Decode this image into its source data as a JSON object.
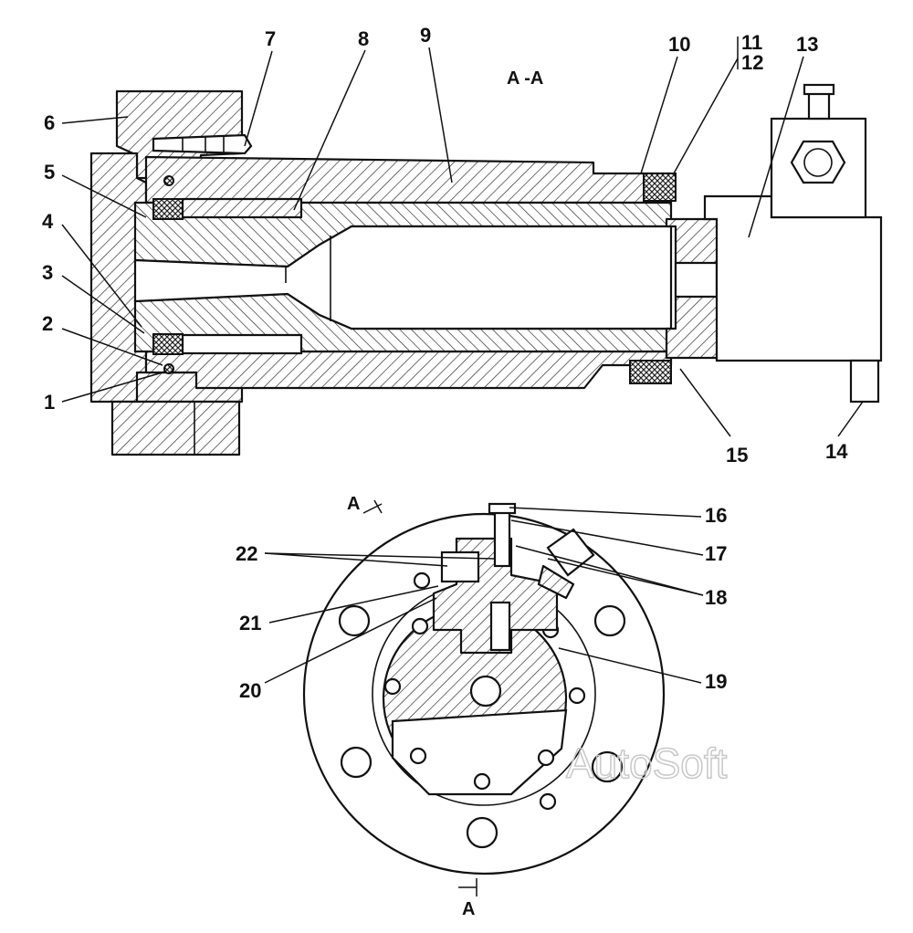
{
  "section_title": "A -A",
  "section_mark": "A",
  "watermark": "AutoSoft",
  "callouts": [
    "1",
    "2",
    "3",
    "4",
    "5",
    "6",
    "7",
    "8",
    "9",
    "10",
    "11",
    "12",
    "13",
    "14",
    "15",
    "16",
    "17",
    "18",
    "19",
    "20",
    "21",
    "22"
  ]
}
